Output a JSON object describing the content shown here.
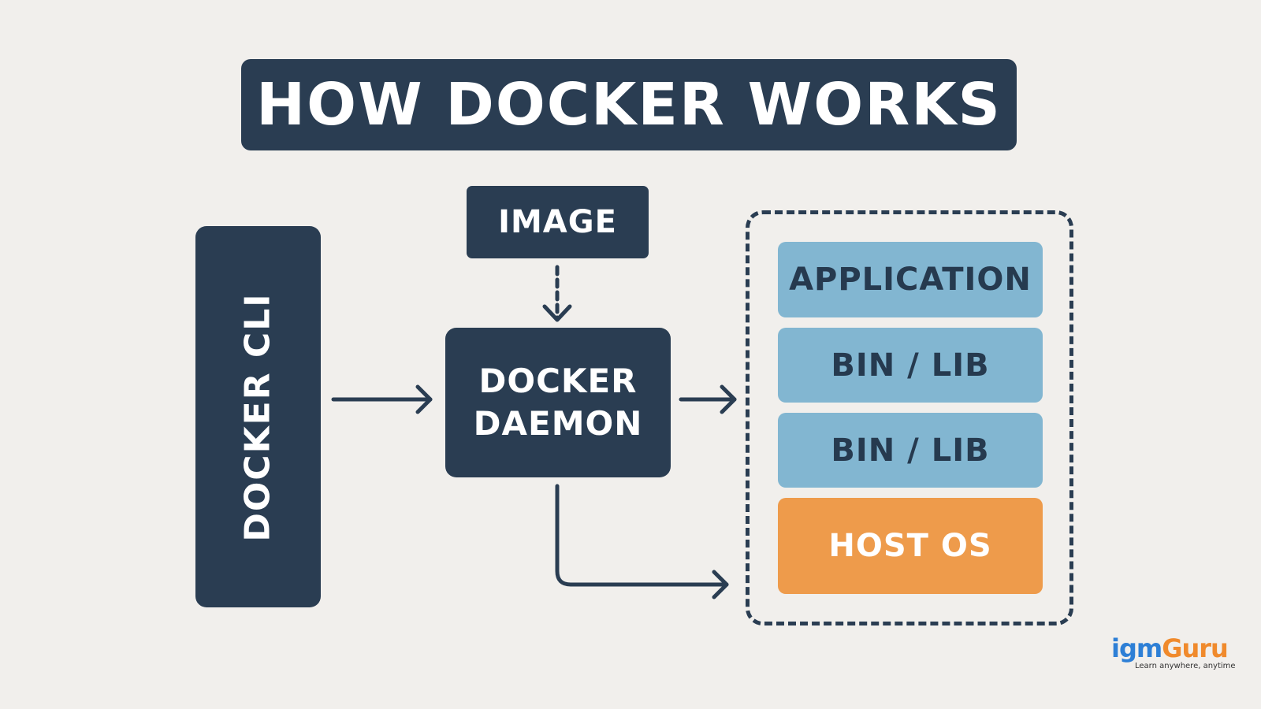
{
  "title": "HOW DOCKER WORKS",
  "cli": {
    "label": "DOCKER CLI"
  },
  "image": {
    "label": "IMAGE"
  },
  "daemon": {
    "line1": "DOCKER",
    "line2": "DAEMON"
  },
  "container": {
    "layers": [
      {
        "label": "APPLICATION"
      },
      {
        "label": "BIN / LIB"
      },
      {
        "label": "BIN / LIB"
      },
      {
        "label": "HOST OS"
      }
    ]
  },
  "logo": {
    "brand_a": "igm",
    "brand_b": "Guru",
    "tagline": "Learn anywhere, anytime"
  },
  "colors": {
    "background": "#f1efec",
    "dark_navy": "#2a3d52",
    "layer_blue": "#82b6d1",
    "layer_orange": "#ee9b4b",
    "logo_blue": "#2d7fd6",
    "logo_orange": "#f08a2c"
  }
}
